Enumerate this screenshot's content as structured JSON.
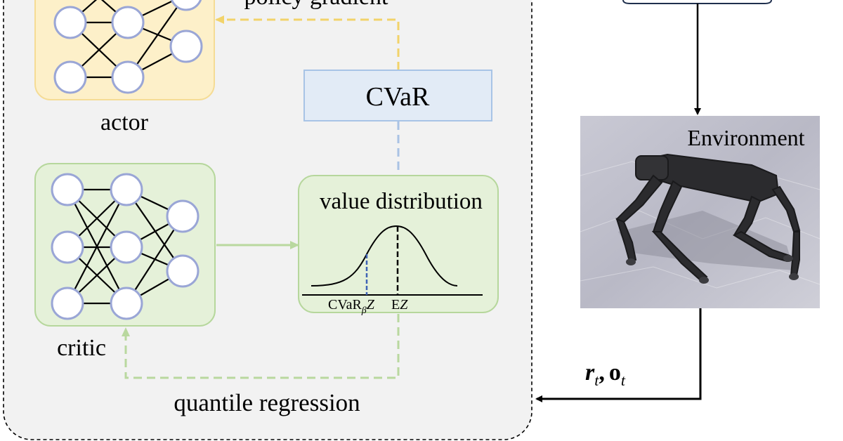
{
  "labels": {
    "policy_gradient": "policy gradient",
    "actor": "actor",
    "critic": "critic",
    "cvar": "CVaR",
    "value_distribution": "value distribution",
    "quantile_regression": "quantile regression",
    "environment": "Environment",
    "cvar_axis_main": "CVaR",
    "cvar_axis_sub": "β",
    "cvar_axis_var": "Z",
    "ez_axis_e": "E",
    "ez_axis_var": "Z",
    "reward_r": "r",
    "reward_r_sub": "t",
    "reward_sep": ",",
    "reward_o": "o",
    "reward_o_sub": "t"
  },
  "colors": {
    "panel_bg": "#f2f2f2",
    "actor_fill": "#fdf0c9",
    "actor_stroke": "#f5dc95",
    "critic_fill": "#e5f1d9",
    "critic_stroke": "#b6d79c",
    "cvar_fill": "#e2ebf6",
    "cvar_stroke": "#a8c4e6",
    "neuron_stroke": "#9aa6d6",
    "yellow_arrow": "#f2d36a",
    "green_arrow": "#b9d89f",
    "blue_dash": "#a9c2e4",
    "cvar_marker": "#3f63b5"
  },
  "icons": {
    "robot": "quadruped-robot-image"
  }
}
